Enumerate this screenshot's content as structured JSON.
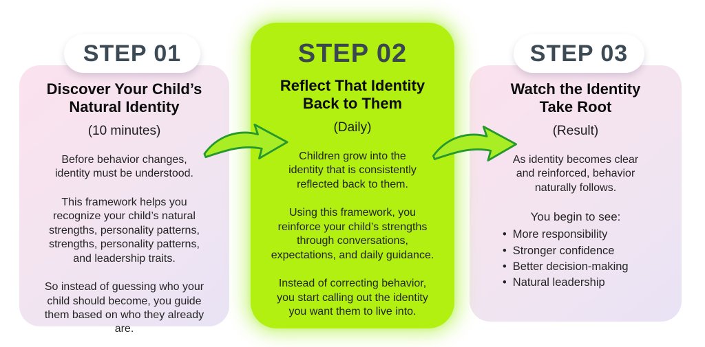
{
  "colors": {
    "page_background": "#ffffff",
    "card_pink_start": "#fbe2ee",
    "card_pink_end": "#e9e3f5",
    "card_green": "#b1f011",
    "card_green_glow": "#cdf59e",
    "badge_background": "#ffffff",
    "step_label_text": "#3c4a55",
    "title_text": "#0d0d0d",
    "body_text": "#242424",
    "arrow_fill": "#a9ee25",
    "arrow_stroke": "#27982e"
  },
  "steps": [
    {
      "badge": "STEP 01",
      "title": "Discover Your Child’s\nNatural Identity",
      "subtitle": "(10 minutes)",
      "paragraphs": [
        "Before behavior changes,\nidentity must be understood.",
        "This framework helps you\nrecognize your child’s natural\nstrengths, personality patterns,\nstrengths, personality patterns,\nand leadership traits.",
        "So instead of guessing who your\nchild should become, you guide\nthem based on who they already\nare."
      ]
    },
    {
      "badge": "STEP 02",
      "title": "Reflect That Identity\nBack to Them",
      "subtitle": "(Daily)",
      "paragraphs": [
        "Children grow into the\nidentity that is consistently\nreflected back to them.",
        "Using this framework, you\nreinforce your child’s strengths\nthrough conversations,\nexpectations, and daily guidance.",
        "Instead of correcting behavior,\nyou start calling out the identity\nyou want them to live into."
      ]
    },
    {
      "badge": "STEP 03",
      "title": "Watch the Identity\nTake Root",
      "subtitle": "(Result)",
      "paragraphs": [
        "As identity becomes clear\nand reinforced, behavior\nnaturally follows."
      ],
      "list_intro": "You begin to see:",
      "bullets": [
        "More responsibility",
        "Stronger confidence",
        "Better decision-making",
        "Natural leadership"
      ]
    }
  ]
}
